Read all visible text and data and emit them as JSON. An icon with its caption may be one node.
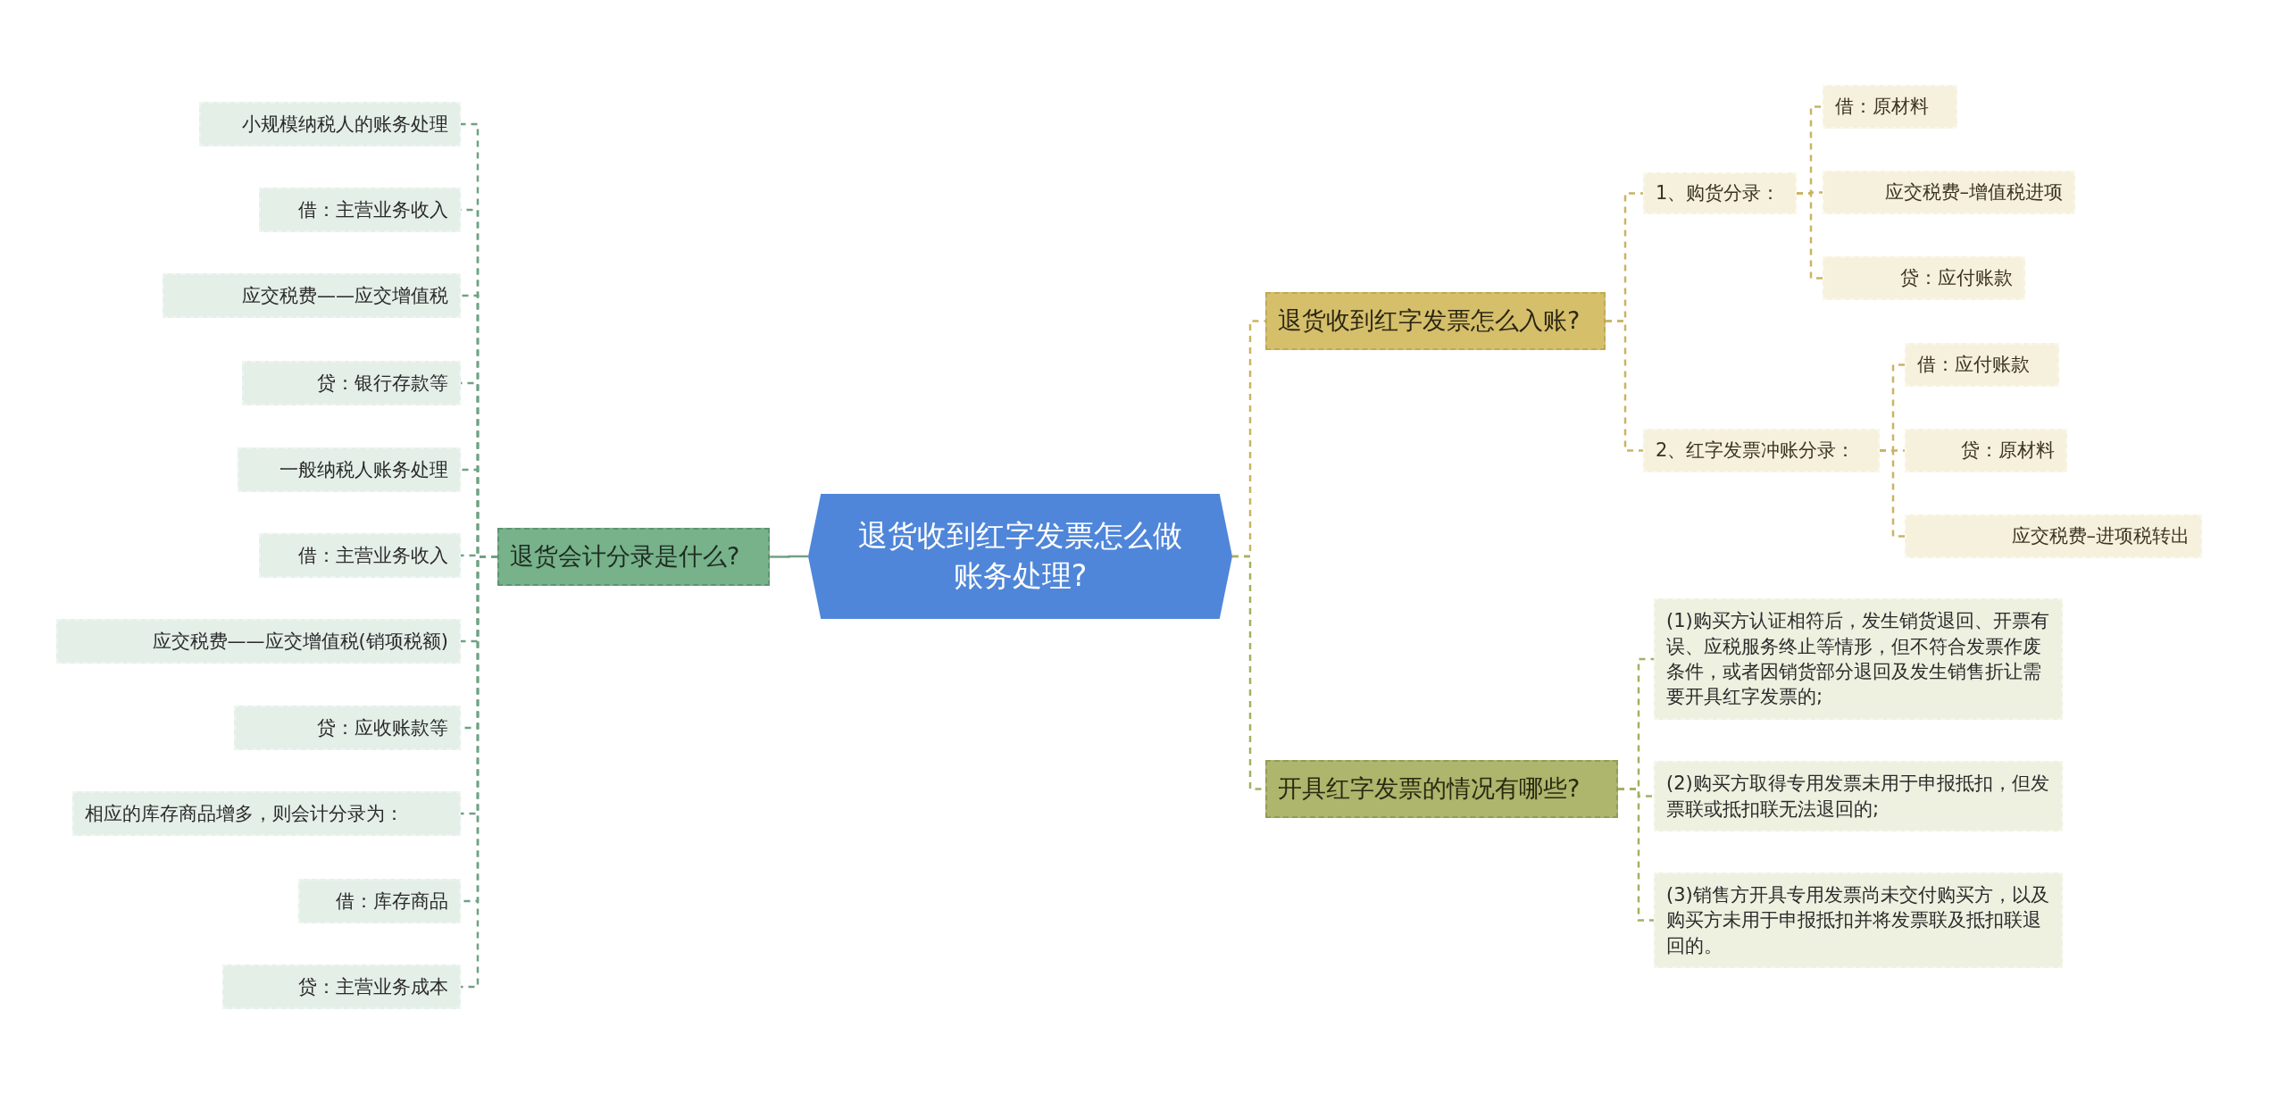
{
  "diagram": {
    "nodes": [
      {
        "text": [
          "退货收到红字发票怎么做账务处理?"
        ]
      },
      {
        "text": [
          "退货会计分录是什么?"
        ]
      },
      {
        "text": [
          "小规模纳税人的账务处理"
        ]
      },
      {
        "text": [
          "借：主营业务收入"
        ]
      },
      {
        "text": [
          "应交税费——应交增值税"
        ]
      },
      {
        "text": [
          "贷：银行存款等"
        ]
      },
      {
        "text": [
          "一般纳税人账务处理"
        ]
      },
      {
        "text": [
          "借：主营业务收入"
        ]
      },
      {
        "text": [
          "应交税费——应交增值税(销项税额)"
        ]
      },
      {
        "text": [
          "贷：应收账款等"
        ]
      },
      {
        "text": [
          "相应的库存商品增多，则会计分录为："
        ]
      },
      {
        "text": [
          "借：库存商品"
        ]
      },
      {
        "text": [
          "贷：主营业务成本"
        ]
      },
      {
        "text": [
          "退货收到红字发票怎么入账?"
        ]
      },
      {
        "text": [
          "1、购货分录："
        ]
      },
      {
        "text": [
          "借：原材料"
        ]
      },
      {
        "text": [
          "应交税费–增值税进项"
        ]
      },
      {
        "text": [
          "贷：应付账款"
        ]
      },
      {
        "text": [
          "2、红字发票冲账分录："
        ]
      },
      {
        "text": [
          "借：应付账款"
        ]
      },
      {
        "text": [
          "贷：原材料"
        ]
      },
      {
        "text": [
          "应交税费–进项税转出"
        ]
      },
      {
        "text": [
          "开具红字发票的情况有哪些?"
        ]
      },
      {
        "text": [
          "(1)购买方认证相符后，发生销货退回、开票有误、应税服务终止等情形，但不符合发票作废条件，或者因销货部分退回及发生销售折让需要开具红字发票的;"
        ]
      },
      {
        "text": [
          "(2)购买方取得专用发票未用于申报抵扣，但发票联或抵扣联无法退回的;"
        ]
      },
      {
        "text": [
          "(3)销售方开具专用发票尚未交付购买方，以及购买方未用于申报抵扣并将发票联及抵扣联退回的。"
        ]
      }
    ],
    "edges": [
      {
        "from": 0,
        "to": 1,
        "arrow": "none",
        "color": "#6fa283"
      },
      {
        "from": 1,
        "to": 2,
        "arrow": "none",
        "style": "dashed",
        "color": "#6fa283"
      },
      {
        "from": 1,
        "to": 3,
        "arrow": "none",
        "style": "dashed",
        "color": "#6fa283"
      },
      {
        "from": 1,
        "to": 4,
        "arrow": "none",
        "style": "dashed",
        "color": "#6fa283"
      },
      {
        "from": 1,
        "to": 5,
        "arrow": "none",
        "style": "dashed",
        "color": "#6fa283"
      },
      {
        "from": 1,
        "to": 6,
        "arrow": "none",
        "style": "dashed",
        "color": "#6fa283"
      },
      {
        "from": 1,
        "to": 7,
        "arrow": "none",
        "style": "dashed",
        "color": "#6fa283"
      },
      {
        "from": 1,
        "to": 8,
        "arrow": "none",
        "style": "dashed",
        "color": "#6fa283"
      },
      {
        "from": 1,
        "to": 9,
        "arrow": "none",
        "style": "dashed",
        "color": "#6fa283"
      },
      {
        "from": 1,
        "to": 10,
        "arrow": "none",
        "style": "dashed",
        "color": "#6fa283"
      },
      {
        "from": 1,
        "to": 11,
        "arrow": "none",
        "style": "dashed",
        "color": "#6fa283"
      },
      {
        "from": 1,
        "to": 12,
        "arrow": "none",
        "style": "dashed",
        "color": "#6fa283"
      },
      {
        "from": 0,
        "to": 13,
        "arrow": "none",
        "style": "dashed",
        "color": "#c9b462"
      },
      {
        "from": 13,
        "to": 14,
        "arrow": "none",
        "style": "dashed",
        "color": "#c9b462"
      },
      {
        "from": 14,
        "to": 15,
        "arrow": "none",
        "style": "dashed",
        "color": "#c9b462"
      },
      {
        "from": 14,
        "to": 16,
        "arrow": "none",
        "style": "dashed",
        "color": "#c9b462"
      },
      {
        "from": 14,
        "to": 17,
        "arrow": "none",
        "style": "dashed",
        "color": "#c9b462"
      },
      {
        "from": 13,
        "to": 18,
        "arrow": "none",
        "style": "dashed",
        "color": "#c9b462"
      },
      {
        "from": 18,
        "to": 19,
        "arrow": "none",
        "style": "dashed",
        "color": "#c9b462"
      },
      {
        "from": 18,
        "to": 20,
        "arrow": "none",
        "style": "dashed",
        "color": "#c9b462"
      },
      {
        "from": 18,
        "to": 21,
        "arrow": "none",
        "style": "dashed",
        "color": "#c9b462"
      },
      {
        "from": 0,
        "to": 22,
        "arrow": "none",
        "style": "dashed",
        "color": "#a6af62"
      },
      {
        "from": 22,
        "to": 23,
        "arrow": "none",
        "style": "dashed",
        "color": "#a6af62"
      },
      {
        "from": 22,
        "to": 24,
        "arrow": "none",
        "style": "dashed",
        "color": "#a6af62"
      },
      {
        "from": 22,
        "to": 25,
        "arrow": "none",
        "style": "dashed",
        "color": "#a6af62"
      }
    ]
  }
}
